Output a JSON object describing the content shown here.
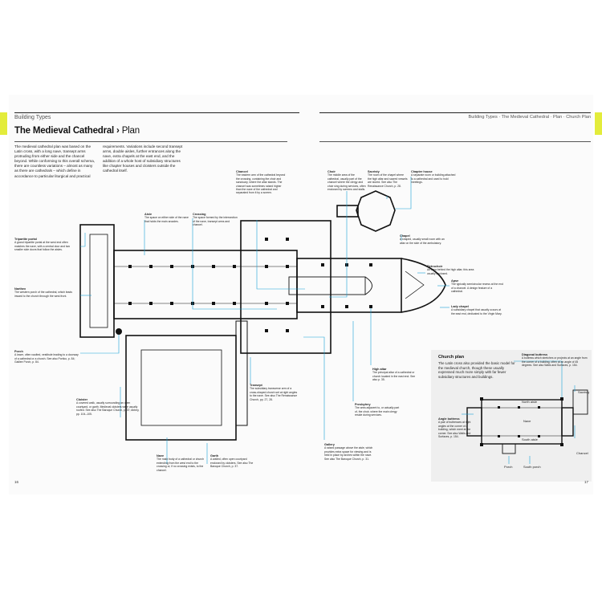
{
  "running_head": {
    "left": "Building Types",
    "right": "Building Types · The Medieval Cathedral · Plan · Church Plan"
  },
  "page_title": {
    "main": "The Medieval Cathedral",
    "separator": " › ",
    "sub": "Plan"
  },
  "intro": {
    "col1": "The medieval cathedral plan was based on the Latin cross, with a long nave, transept arms protruding from either side and the chancel beyond. While conforming to this overall schema, there are countless variations – almost as many as there are cathedrals – which define in accordance to particular liturgical and practical",
    "col2": "requirements. Variations include second transept arms, double aisles, further entrances along the nave, extra chapels at the east end, and the addition of a whole host of subsidiary structures like chapter houses and cloisters outside the cathedral itself."
  },
  "annotations": {
    "triple_portal": {
      "title": "Tripartite portal",
      "text": "A grand tripartite portal at the west end often matches the nave, with a central door and two smaller side doors that follow the aisles."
    },
    "narthex": {
      "title": "Narthex",
      "text": "The western porch of the cathedral, which leads inward to the church through the west front."
    },
    "porch": {
      "title": "Porch",
      "text": "A lower, often vaulted, vestibule leading to a doorway of a cathedral or a church. See also Portico, p. 84; Galilee Porch, p. 84."
    },
    "cloister": {
      "title": "Cloister",
      "text": "A covered walk, usually surrounding an open courtyard, or garth. Medieval cloisters were usually roofed. See also The Baroque Church, p. 37; Abbey, pp. 104–105."
    },
    "nave": {
      "title": "Nave",
      "text": "The main body of a cathedral or church extending from the west end to the crossing or, if no crossing exists, to the chancel."
    },
    "garth": {
      "title": "Garth",
      "text": "A walled, often open courtyard enclosed by cloisters. See also The Baroque Church, p. 37."
    },
    "aisle": {
      "title": "Aisle",
      "text": "The space on either side of the nave that holds the main arcades."
    },
    "crossing": {
      "title": "Crossing",
      "text": "The space formed by the intersection of the nave, transept arms and chancel."
    },
    "chancel": {
      "title": "Chancel",
      "text": "The eastern arm of the cathedral beyond the crossing, containing the choir and sanctuary, where the altar stands. The chancel was sometimes raised higher than the nave of the cathedral and separated from it by a screen."
    },
    "choir": {
      "title": "Choir",
      "text": "The middle area of the cathedral, usually part of the chancel where the clergy and choir sing during services, often enclosed by screens and stalls."
    },
    "sacristy": {
      "title": "Sacristy",
      "text": "The room of the chapel where the high altar and sacred vessels are stored. See also The Renaissance Church, p. 28."
    },
    "chapter_house": {
      "title": "Chapter house",
      "text": "A separate room or building attached to a cathedral and used to hold meetings."
    },
    "chapel": {
      "title": "Chapel",
      "text": "A shaped, usually small room with an altar on the side of the ambulatory."
    },
    "retrochoir": {
      "title": "Retrochoir",
      "text": "An area behind the high altar; this area usually enclosed."
    },
    "apse": {
      "title": "Apse",
      "text": "The typically semicircular recess at the end of a chancel. A design feature of a cathedral."
    },
    "lady_chapel": {
      "title": "Lady chapel",
      "text": "A subsidiary chapel that usually occurs at the east end, dedicated to the Virgin Mary."
    },
    "high_altar": {
      "title": "High altar",
      "text": "The principal altar of a cathedral or church located in the east end. See also p. 35."
    },
    "presbytery": {
      "title": "Presbytery",
      "text": "The area adjacent to, or actually part of, the choir, where the main clergy reside during services."
    },
    "transept": {
      "title": "Transept",
      "text": "The subsidiary transverse arm of a cross-shaped church set at right angles to the nave. See also The Renaissance Church, pp. 27, 28."
    },
    "gallery": {
      "title": "Gallery",
      "text": "A raised passage above the aisle, which provides extra space for viewing and is held in place by arches within the nave. See also The Baroque Church, p. 31."
    }
  },
  "inset": {
    "title": "Church plan",
    "text": "The Latin cross also provided the basic model for the medieval church, though these usually expressed much more simply with far fewer subsidiary structures and buildings.",
    "diagonal_buttress": {
      "title": "Diagonal buttress",
      "text": "A buttress which stretches or projects at an angle from the corner of a building, often at an angle of 45 degrees. See also Walls and Surfaces, p. 154."
    },
    "angle_buttress": {
      "title": "Angle buttress",
      "text": "A pair of buttresses at right angles at the corner of a building, which meet at the corner. See also Walls and Surfaces, p. 154."
    },
    "labels": {
      "north_aisle": "North aisle",
      "nave": "Nave",
      "south_aisle": "South aisle",
      "chancel": "Chancel",
      "sacristy": "Sacristy",
      "porch": "Porch",
      "south_porch": "South porch"
    }
  },
  "folios": {
    "left": "16",
    "right": "17"
  },
  "colors": {
    "accent": "#e3ec3b",
    "callout": "#1aa3d6",
    "ink": "#111111"
  }
}
